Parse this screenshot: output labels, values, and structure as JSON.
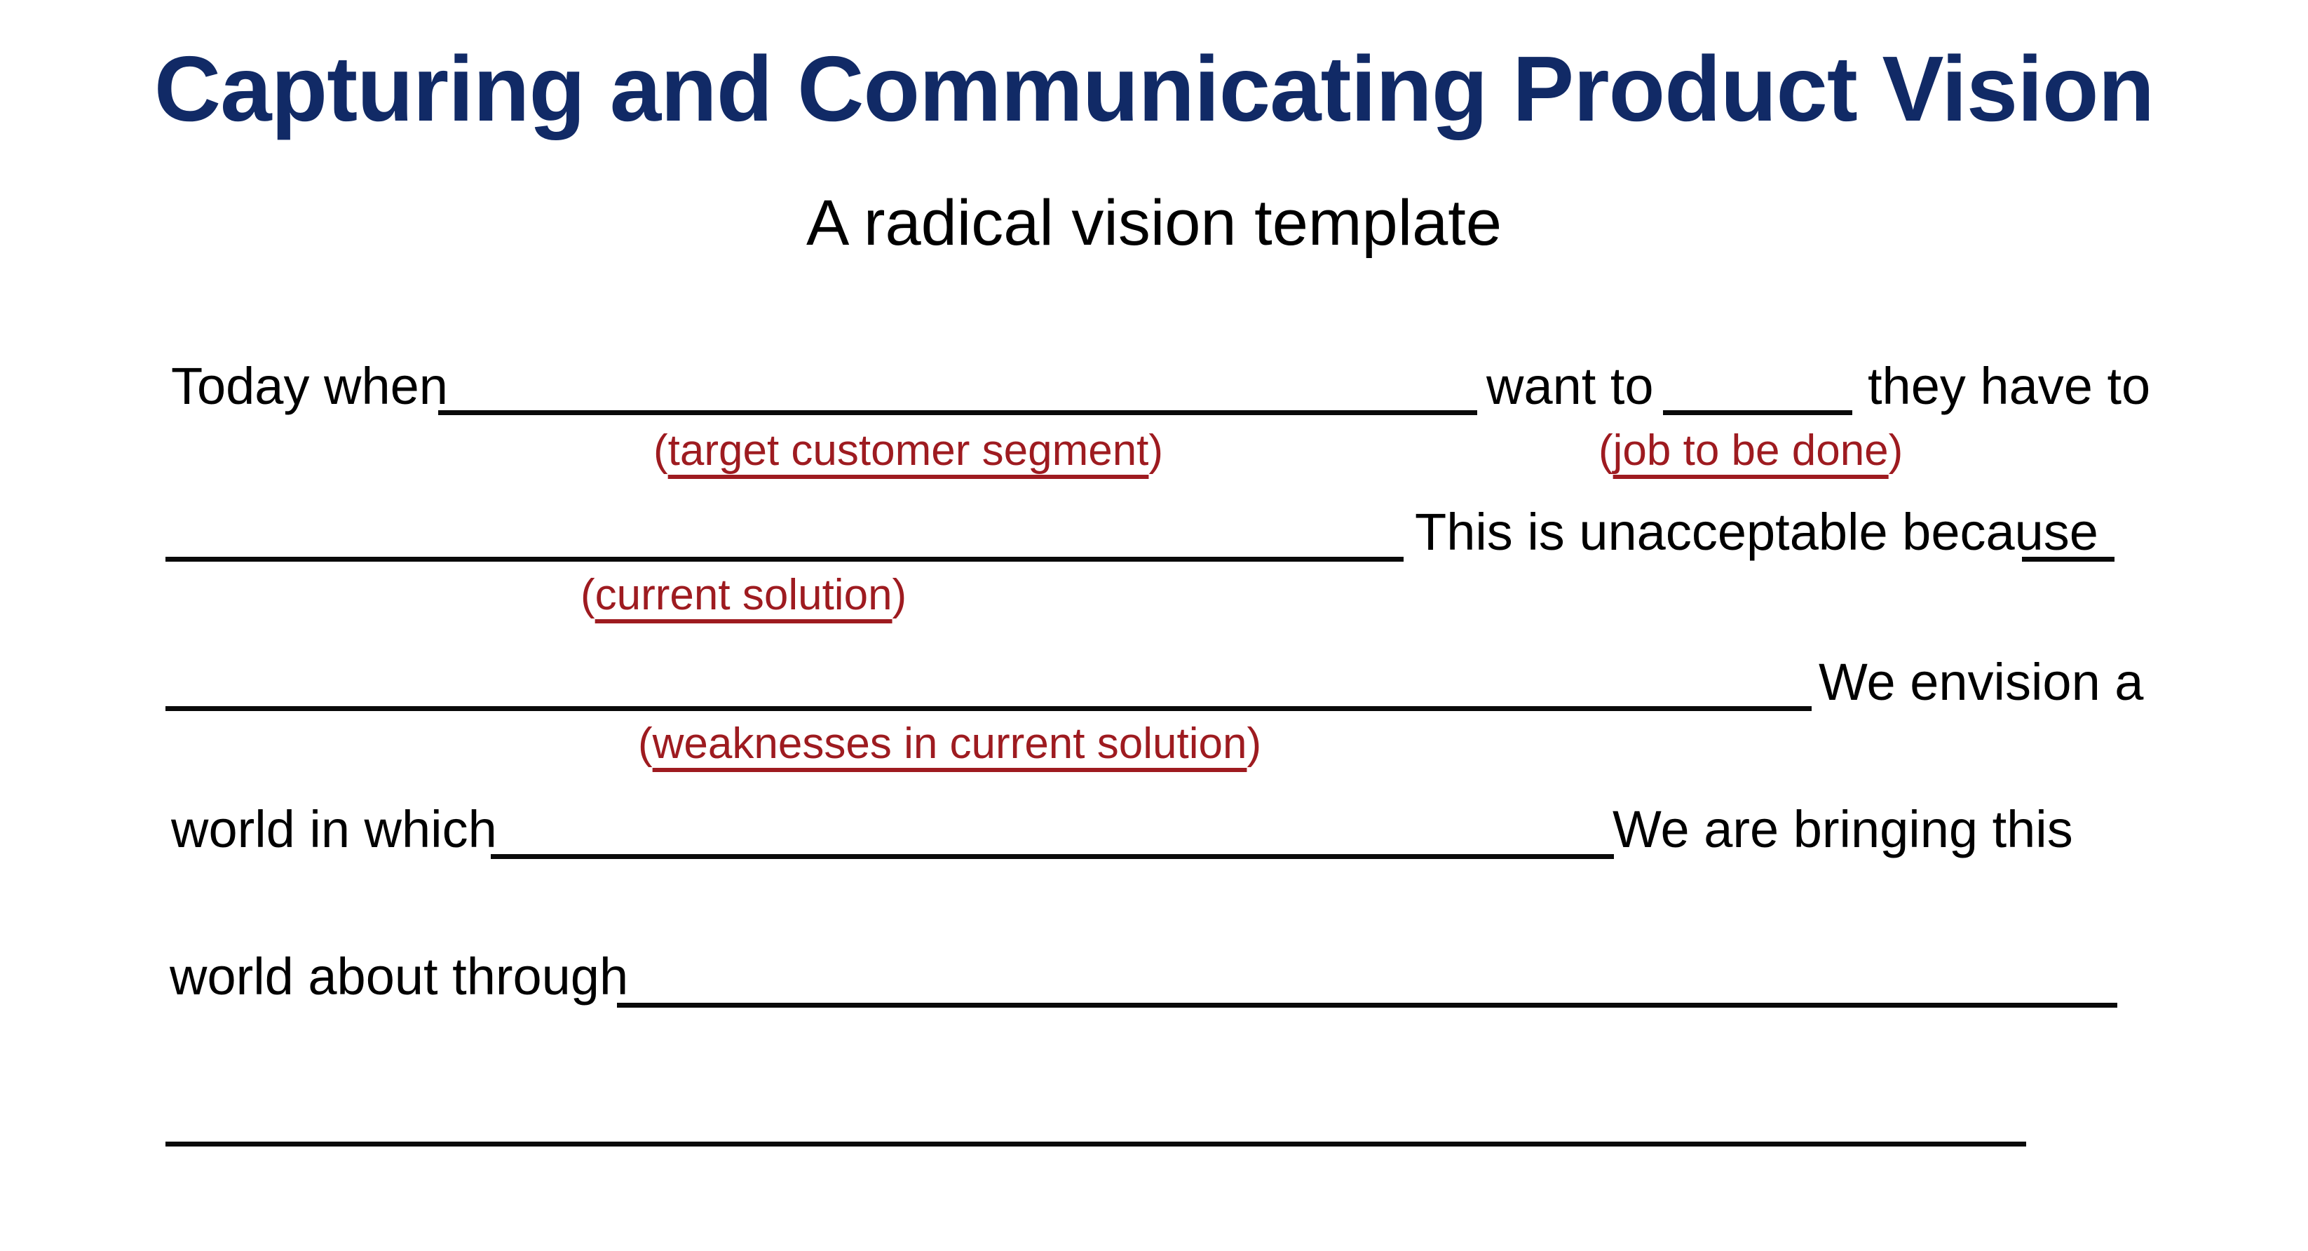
{
  "slide": {
    "title": "Capturing and Communicating Product Vision",
    "subtitle": "A radical vision template",
    "colors": {
      "title_navy": "#112A66",
      "hint_red": "#9E1B20",
      "body_black": "#000000",
      "rule_black": "#0A0A0A",
      "background": "#FFFFFF"
    }
  },
  "template": {
    "fragments": [
      {
        "id": "today-when",
        "text": "Today when"
      },
      {
        "id": "want-to",
        "text": "want to"
      },
      {
        "id": "they-have-to",
        "text": "they have to"
      },
      {
        "id": "this-is-unacceptable",
        "text": "This is unacceptable because"
      },
      {
        "id": "we-envision-a",
        "text": "We envision a"
      },
      {
        "id": "world-in-which",
        "text": "world in which"
      },
      {
        "id": "we-are-bringing-this",
        "text": "We are bringing this"
      },
      {
        "id": "world-about-through",
        "text": "world about through"
      }
    ],
    "hints": [
      {
        "id": "target-customer-segment",
        "open": "(",
        "inner": "target customer segment",
        "close": ")"
      },
      {
        "id": "job-to-be-done",
        "open": "(",
        "inner": "job to be done",
        "close": ")"
      },
      {
        "id": "current-solution",
        "open": "(",
        "inner": "current solution",
        "close": ")"
      },
      {
        "id": "weaknesses-in-current-solution",
        "open": "(",
        "inner": "weaknesses in current solution",
        "close": ")"
      }
    ],
    "blank_count": 9,
    "sentence": "Today when ______ (target customer segment) want to ______ (job to be done) they have to ______ (current solution) This is unacceptable because ______ (weaknesses in current solution) We envision a world in which ______ We are bringing this world about through ______"
  }
}
